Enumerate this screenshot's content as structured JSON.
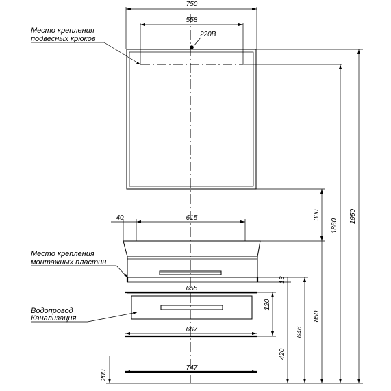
{
  "dimensions": {
    "mirror_width": "750",
    "hooks_spacing": "558",
    "power": "220В",
    "height_total": "1950",
    "height_1860": "1860",
    "gap_300": "300",
    "cabinet_offset": "40",
    "cabinet_width": "615",
    "height_13": "13",
    "width_655": "655",
    "height_120": "120",
    "height_850": "850",
    "height_646": "646",
    "width_667": "667",
    "height_420": "420",
    "floor_200": "200",
    "base_width": "747"
  },
  "labels": {
    "hooks_line1": "Место крепления",
    "hooks_line2": "подвесных крюков",
    "plates_line1": "Место крепления",
    "plates_line2": "монтажных пластин",
    "pipes_line1": "Водопровод",
    "pipes_line2": "Канализация"
  }
}
